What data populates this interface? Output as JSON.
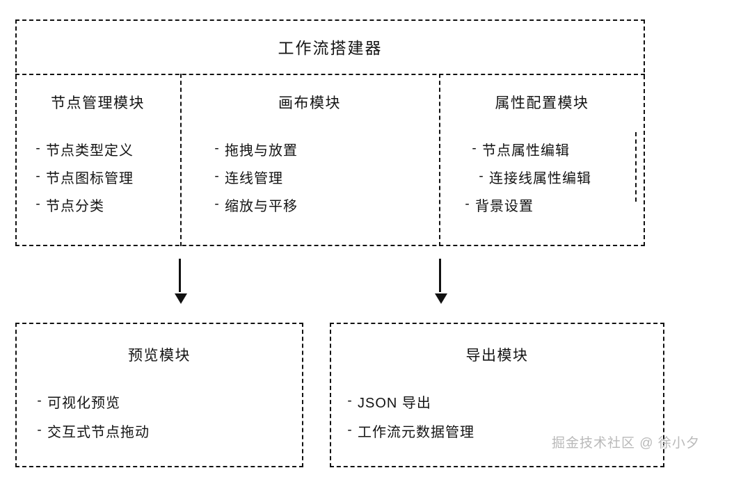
{
  "diagram": {
    "title": "工作流搭建器",
    "columns": [
      {
        "title": "节点管理模块",
        "items": [
          {
            "dash": "-",
            "label": "节点类型定义"
          },
          {
            "dash": "-",
            "label": "节点图标管理"
          },
          {
            "dash": "-",
            "label": "节点分类"
          }
        ]
      },
      {
        "title": "画布模块",
        "items": [
          {
            "dash": "-",
            "label": "拖拽与放置"
          },
          {
            "dash": "-",
            "label": "连线管理"
          },
          {
            "dash": "-",
            "label": "缩放与平移"
          }
        ]
      },
      {
        "title": "属性配置模块",
        "items": [
          {
            "dash": "-",
            "label": "节点属性编辑"
          },
          {
            "dash": "-",
            "label": "连接线属性编辑"
          },
          {
            "dash": "-",
            "label": "背景设置"
          }
        ]
      }
    ],
    "bottom_boxes": [
      {
        "title": "预览模块",
        "items": [
          {
            "dash": "-",
            "label": "可视化预览"
          },
          {
            "dash": "-",
            "label": "交互式节点拖动"
          }
        ]
      },
      {
        "title": "导出模块",
        "items": [
          {
            "dash": "-",
            "label": "JSON  导出"
          },
          {
            "dash": "-",
            "label": "工作流元数据管理"
          }
        ]
      }
    ],
    "arrows": [
      {
        "name": "arrow-to-preview",
        "glyph": "▼"
      },
      {
        "name": "arrow-to-export",
        "glyph": "▼"
      }
    ],
    "watermark": "掘金技术社区 @ 徐小夕",
    "colors": {
      "stroke": "#111111",
      "text": "#141414",
      "background": "#ffffff",
      "watermark": "#b9b9b9"
    }
  }
}
